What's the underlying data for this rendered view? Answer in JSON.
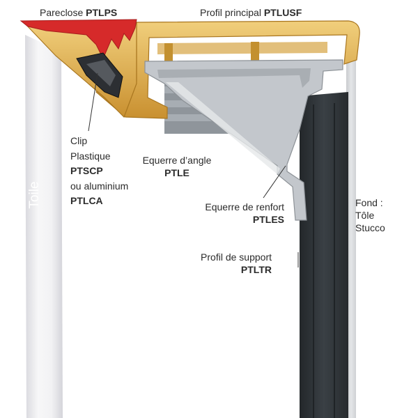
{
  "labels": {
    "parecloses": {
      "text": "Pareclose",
      "code": "PTLPS"
    },
    "profil_principal": {
      "text": "Profil principal",
      "code": "PTLUSF"
    },
    "clip": {
      "line1": "Clip",
      "line2": "Plastique",
      "code1": "PTSCP",
      "line3": "ou aluminium",
      "code2": "PTLCA"
    },
    "equerre_angle": {
      "text": "Equerre d’angle",
      "code": "PTLE"
    },
    "equerre_renfort": {
      "text": "Equerre de renfort",
      "code": "PTLES"
    },
    "profil_support": {
      "text": "Profil de support",
      "code": "PTLTR"
    },
    "fond": {
      "line1": "Fond :",
      "line2": "Tôle",
      "line3": "Stucco"
    },
    "toile": "Toile"
  },
  "colors": {
    "gold_profile": "#e2b04a",
    "pareclose_red": "#d62a2a",
    "aluminium": "#c3c7cc",
    "support_dark": "#2f3438",
    "fabric": "#eeeef0",
    "label_text": "#2b2b2b"
  }
}
